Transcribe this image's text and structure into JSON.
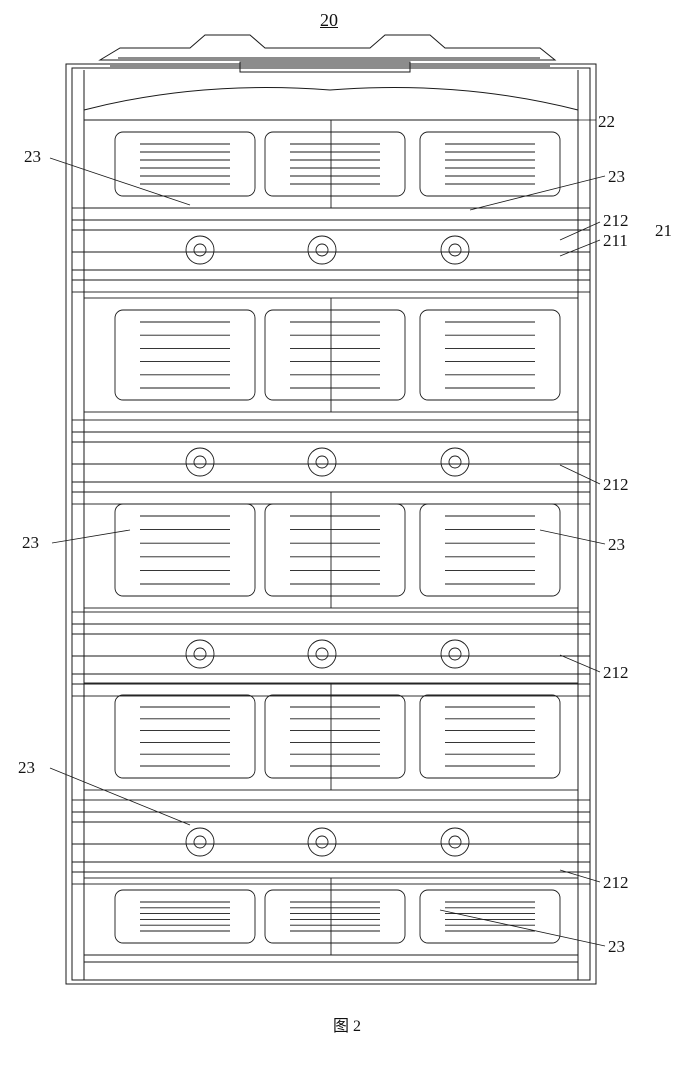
{
  "figure": {
    "title_number": "20",
    "caption": "图 2"
  },
  "labels": {
    "l22": "22",
    "l23_a": "23",
    "l23_b": "23",
    "l212_a": "212",
    "l211": "211",
    "l21": "21",
    "l212_b": "212",
    "l23_c": "23",
    "l23_d": "23",
    "l212_c": "212",
    "l23_e": "23",
    "l212_d": "212",
    "l23_f": "23"
  },
  "colors": {
    "line": "#1a1a1a",
    "background": "#ffffff"
  }
}
